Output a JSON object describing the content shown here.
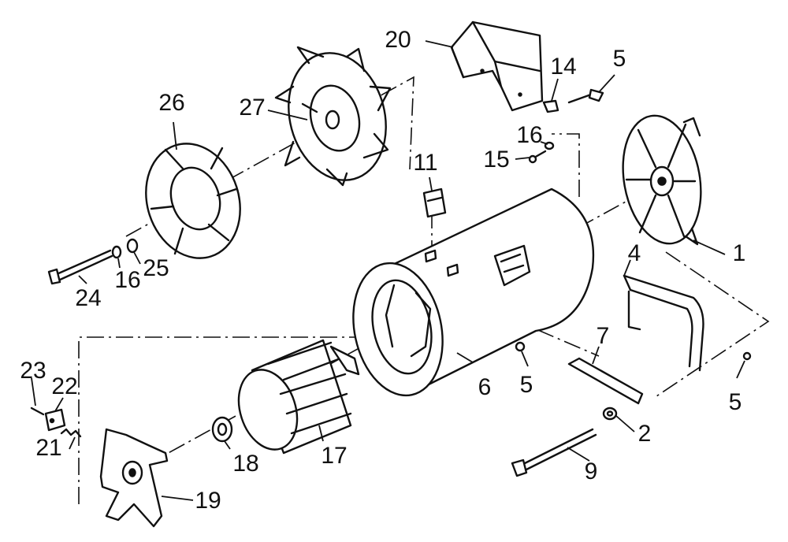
{
  "diagram": {
    "callouts": [
      {
        "id": "c20",
        "text": "20"
      },
      {
        "id": "c14",
        "text": "14"
      },
      {
        "id": "c5a",
        "text": "5"
      },
      {
        "id": "c27",
        "text": "27"
      },
      {
        "id": "c26",
        "text": "26"
      },
      {
        "id": "c16a",
        "text": "16"
      },
      {
        "id": "c15",
        "text": "15"
      },
      {
        "id": "c11",
        "text": "11"
      },
      {
        "id": "c1",
        "text": "1"
      },
      {
        "id": "c4",
        "text": "4"
      },
      {
        "id": "c24",
        "text": "24"
      },
      {
        "id": "c16b",
        "text": "16"
      },
      {
        "id": "c25",
        "text": "25"
      },
      {
        "id": "c7",
        "text": "7"
      },
      {
        "id": "c6",
        "text": "6"
      },
      {
        "id": "c5b",
        "text": "5"
      },
      {
        "id": "c5c",
        "text": "5"
      },
      {
        "id": "c23",
        "text": "23"
      },
      {
        "id": "c22",
        "text": "22"
      },
      {
        "id": "c21",
        "text": "21"
      },
      {
        "id": "c2",
        "text": "2"
      },
      {
        "id": "c18",
        "text": "18"
      },
      {
        "id": "c17",
        "text": "17"
      },
      {
        "id": "c9",
        "text": "9"
      },
      {
        "id": "c19",
        "text": "19"
      }
    ]
  }
}
